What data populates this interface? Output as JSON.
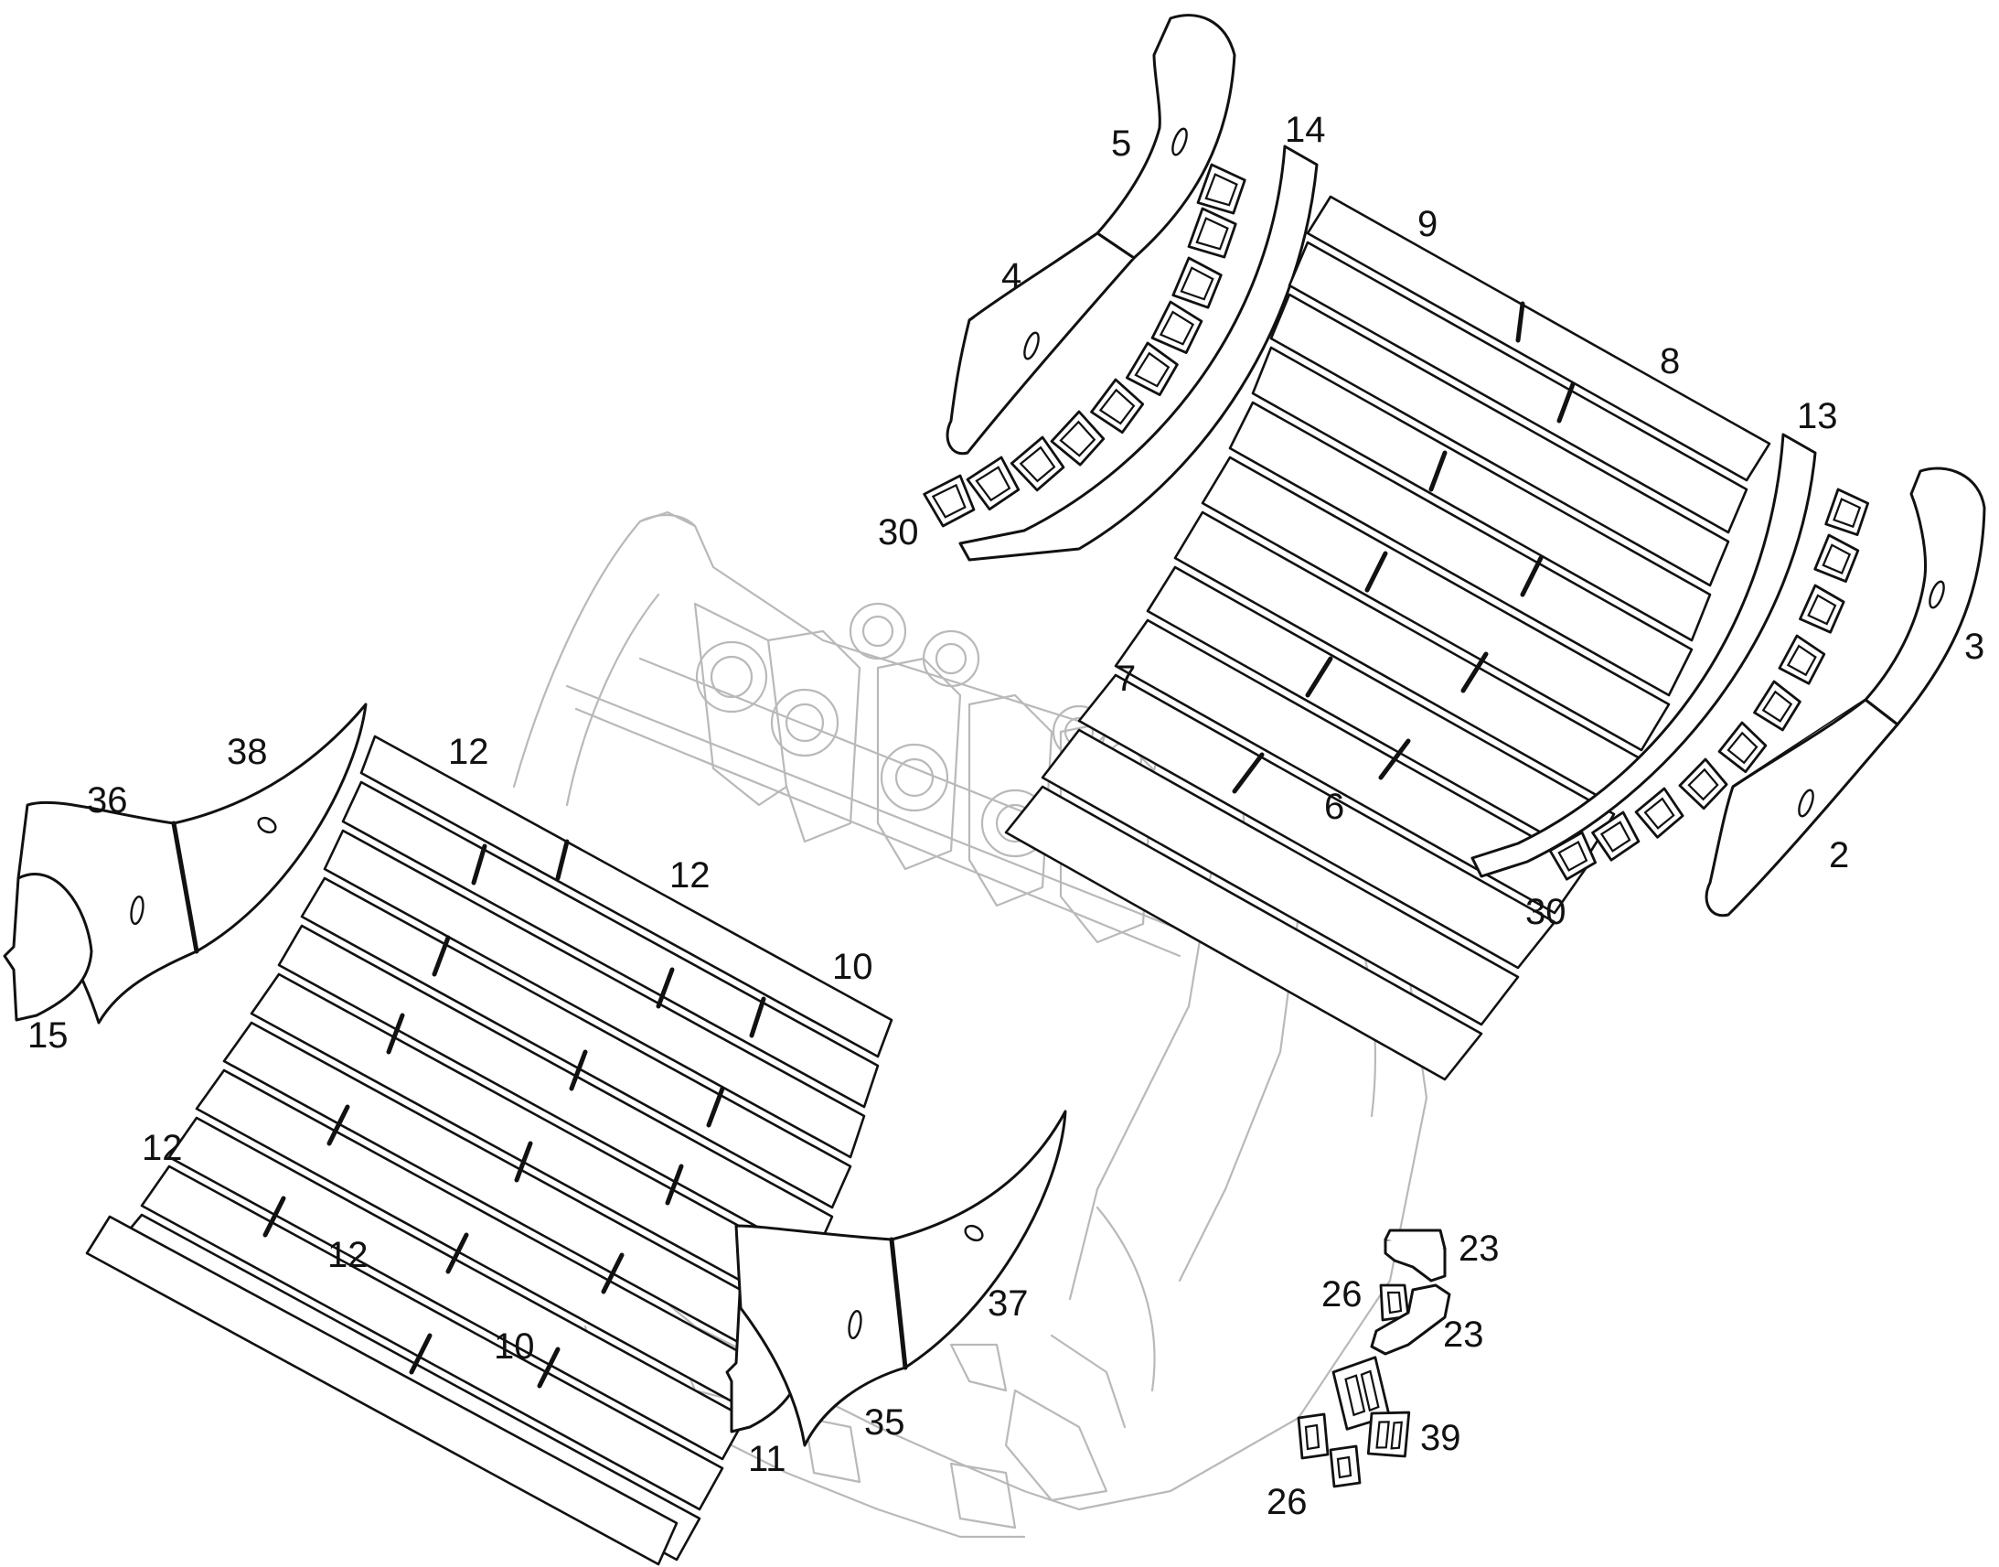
{
  "diagram": {
    "labels": {
      "l2": "2",
      "l3": "3",
      "l4": "4",
      "l5": "5",
      "l6": "6",
      "l7": "7",
      "l8": "8",
      "l9": "9",
      "l10a": "10",
      "l10b": "10",
      "l11": "11",
      "l12a": "12",
      "l12b": "12",
      "l12c": "12",
      "l12d": "12",
      "l13": "13",
      "l14": "14",
      "l15": "15",
      "l23a": "23",
      "l23b": "23",
      "l26a": "26",
      "l26b": "26",
      "l30a": "30",
      "l30b": "30",
      "l35": "35",
      "l36": "36",
      "l37": "37",
      "l38": "38",
      "l39": "39"
    }
  }
}
